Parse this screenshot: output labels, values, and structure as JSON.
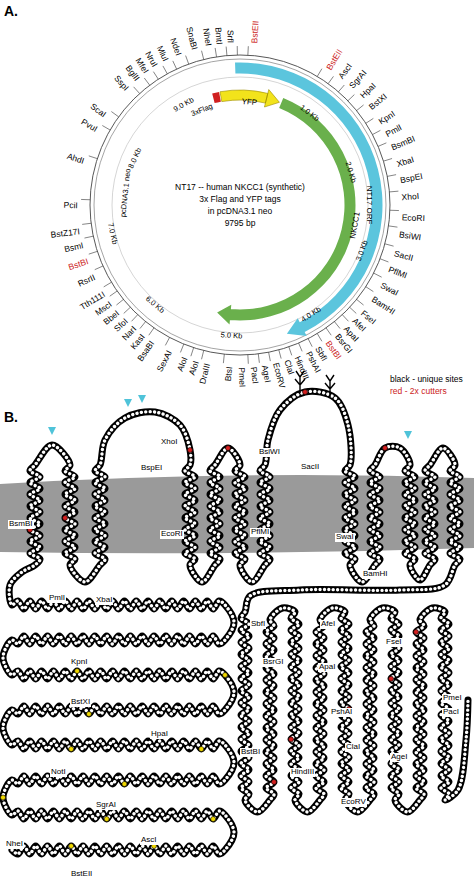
{
  "diagram": {
    "labels": [
      "A.",
      "NheI",
      "BmtI",
      "SrfI",
      "BstEII",
      "BstEII",
      "AscI",
      "SgrAI",
      "HpaI",
      "BstXI",
      "KpnI",
      "PmlI",
      "BsmBI",
      "XbaI",
      "BspEI",
      "XhoI",
      "EcoRI",
      "BsiWI",
      "SacII",
      "PflMI",
      "SwaI",
      "BamHI",
      "FseI",
      "AfeI",
      "ApaI",
      "BsrGI",
      "BstBI",
      "SbfI",
      "PshAI",
      "HindIII",
      "ClaI",
      "EcoRV",
      "AgeI",
      "PacI",
      "PmeI",
      "BtsI",
      "DraIII",
      "AloI",
      "AloI",
      "SexAI",
      "BsaBI",
      "KasI",
      "NarI",
      "SfoI",
      "BbeI",
      "MscI",
      "Tth111I",
      "RsrII",
      "BstBI",
      "BsmI",
      "BstZ17I",
      "PciI",
      "AhdI",
      "PvuI",
      "ScaI",
      "SspI",
      "BglII",
      "MfeI",
      "NruI",
      "MluI",
      "NdeI",
      "SnaBI",
      "1.0 Kb",
      "2.0 Kb",
      "3.0 Kb",
      "4.0 Kb",
      "5.0 Kb",
      "6.0 Kb",
      "7.0 Kb",
      "8.0 Kb",
      "9.0 Kb",
      "3xFlag",
      "YFP",
      "NKCC1",
      "NT17 ORF",
      "pcDNA3.1 neo",
      "NT17 -- human NKCC1 (synthetic)",
      "3x Flag and YFP tags",
      "in pcDNA3.1 neo",
      "9795 bp",
      "black - unique sites",
      "red - 2x cutters",
      "B.",
      "BsmBI",
      "PmlI",
      "XbaI",
      "KpnI",
      "BstXI",
      "HpaI",
      "NotI",
      "SgrAI",
      "AscI",
      "NheI",
      "BstEII",
      "BspEI",
      "XhoI",
      "EcoRI",
      "BsiWI",
      "SacII",
      "PflMI",
      "SwaI",
      "BamHI",
      "SbfI",
      "BsrGI",
      "AfeI",
      "ApaI",
      "FseI",
      "PmeI",
      "PacI",
      "PshAI",
      "BstBI",
      "HindIII",
      "ClaI",
      "AgeI",
      "EcoRV"
    ]
  }
}
